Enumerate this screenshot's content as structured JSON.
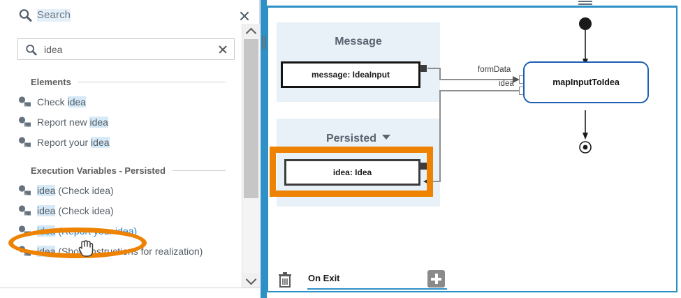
{
  "sidebar": {
    "header": {
      "title": "Search",
      "icon": "search-icon",
      "close_icon": "close-icon"
    },
    "search": {
      "value": "idea",
      "placeholder": "Search",
      "clear_icon": "clear-icon"
    },
    "groups": [
      {
        "label": "Elements",
        "items": [
          {
            "prefix": "Check ",
            "highlight": "idea",
            "suffix": "",
            "hovered": false
          },
          {
            "prefix": "Report new ",
            "highlight": "idea",
            "suffix": "",
            "hovered": false
          },
          {
            "prefix": "Report your ",
            "highlight": "idea",
            "suffix": "",
            "hovered": false
          }
        ]
      },
      {
        "label": "Execution Variables - Persisted",
        "items": [
          {
            "prefix": "",
            "highlight": "idea",
            "suffix": " (Check idea)",
            "hovered": false
          },
          {
            "prefix": "",
            "highlight": "idea",
            "suffix": " (Check idea)",
            "hovered": false
          },
          {
            "prefix": "",
            "highlight": "idea",
            "suffix": " (Report your idea)",
            "hovered": true
          },
          {
            "prefix": "",
            "highlight": "idea",
            "suffix": " (Show instructions for realization)",
            "hovered": false
          }
        ]
      }
    ],
    "scrollbar": {
      "up_icon": "chevron-up-icon",
      "down_icon": "chevron-down-icon"
    }
  },
  "canvas": {
    "panels": [
      {
        "title": "Message",
        "caret": false
      },
      {
        "title": "Persisted",
        "caret": true
      }
    ],
    "nodes": [
      {
        "label": "message: IdeaInput"
      },
      {
        "label": "idea: Idea"
      },
      {
        "label": "mapInputToIdea"
      }
    ],
    "flow_labels": [
      "formData",
      "idea"
    ],
    "accent_color": "#2d90c6",
    "node_border_color": "#1a5fb4",
    "panel_bg": "#e8f1f8"
  },
  "bottom_bar": {
    "trash_icon": "trash-icon",
    "tab_label": "On Exit",
    "add_icon": "plus-icon"
  },
  "annotations": {
    "highlight_color": "#ee8203",
    "ellipse_target": "idea (Report your idea)",
    "rect_target": "idea: Idea",
    "cursor": "hand-cursor"
  }
}
